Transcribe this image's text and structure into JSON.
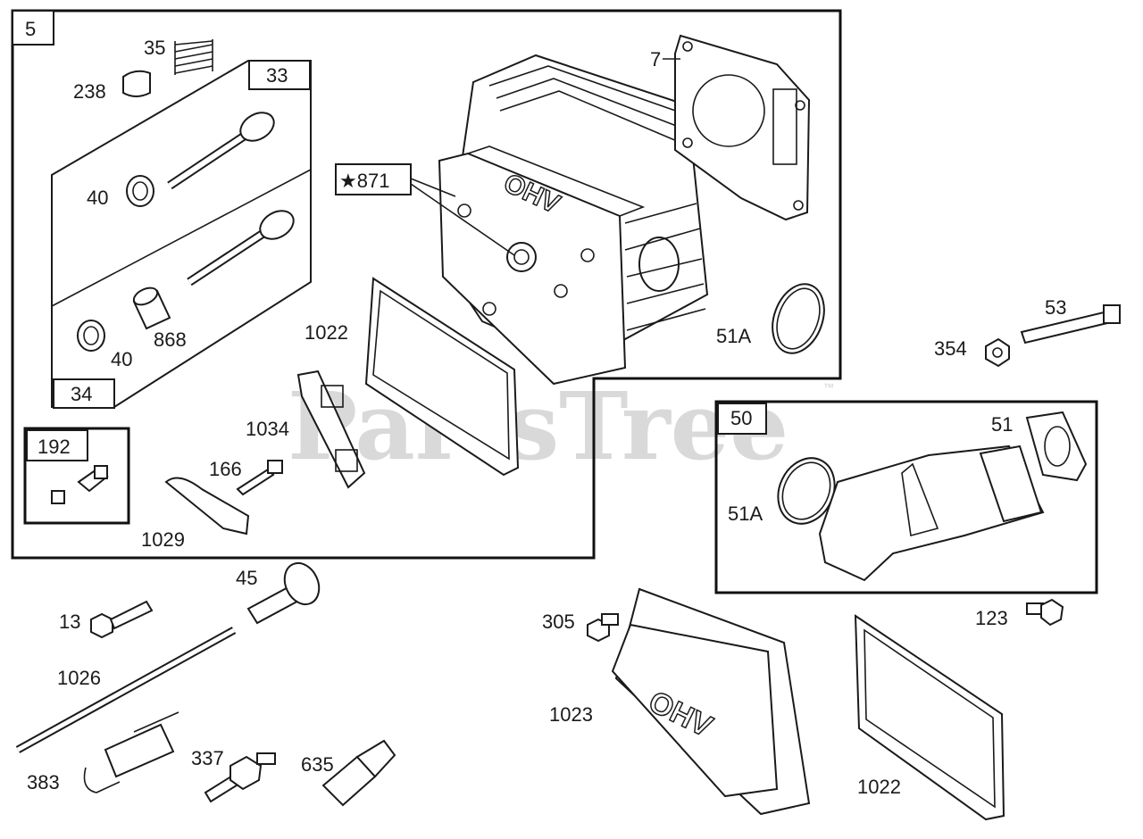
{
  "watermark": {
    "text": "PartsTree",
    "tm": "™"
  },
  "embossed_text": "OHV",
  "groups": {
    "g5": "5",
    "g33": "33",
    "g34": "34",
    "g192": "192",
    "g50": "50",
    "g871": "★871"
  },
  "callouts": {
    "c35": "35",
    "c238": "238",
    "c7": "7",
    "c40a": "40",
    "c40b": "40",
    "c868": "868",
    "c1022a": "1022",
    "c51a_top": "51A",
    "c1034": "1034",
    "c166": "166",
    "c1029": "1029",
    "c53": "53",
    "c354": "354",
    "c51": "51",
    "c51a_mid": "51A",
    "c123": "123",
    "c45": "45",
    "c13": "13",
    "c1026": "1026",
    "c383": "383",
    "c337": "337",
    "c635": "635",
    "c305": "305",
    "c1023": "1023",
    "c1022b": "1022"
  }
}
